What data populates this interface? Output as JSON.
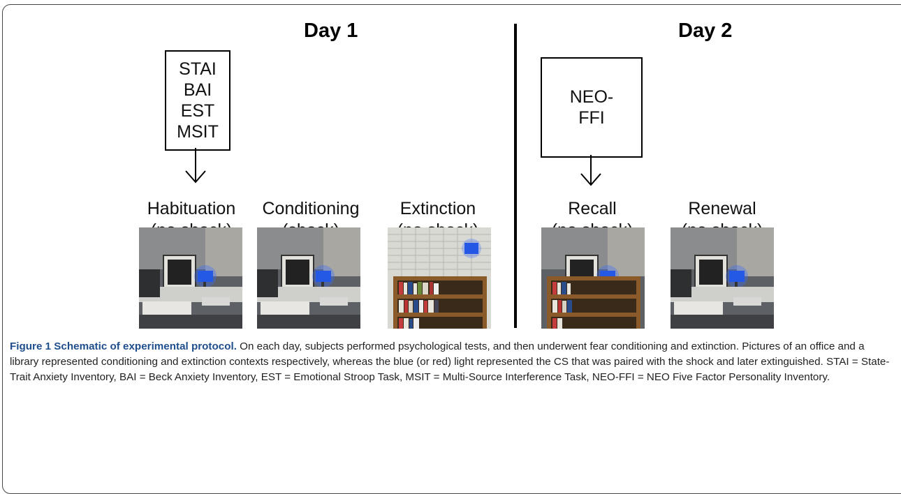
{
  "days": [
    {
      "title": "Day 1",
      "test_box": [
        "STAI",
        "BAI",
        "EST",
        "MSIT"
      ]
    },
    {
      "title": "Day 2",
      "test_box": [
        "NEO-",
        "FFI"
      ]
    }
  ],
  "phases": [
    {
      "line1": "Habituation",
      "line2": "(no shock)",
      "context": "office"
    },
    {
      "line1": "Conditioning",
      "line2": "(shock)",
      "context": "office"
    },
    {
      "line1": "Extinction",
      "line2": "(no shock)",
      "context": "library"
    },
    {
      "line1": "Recall",
      "line2": "(no shock)",
      "context": "library"
    },
    {
      "line1": "Renewal",
      "line2": "(no shock)",
      "context": "office"
    }
  ],
  "caption": {
    "title": "Figure 1 Schematic of experimental protocol.",
    "text": "On each day, subjects performed psychological tests, and then underwent fear conditioning and extinction. Pictures of an office and a library represented conditioning and extinction contexts respectively, whereas the blue (or red) light represented the CS that was paired with the shock and later extinguished. STAI = State-Trait Anxiety Inventory, BAI = Beck Anxiety Inventory, EST = Emotional Stroop Task, MSIT = Multi-Source Interference Task, NEO-FFI = NEO Five Factor Personality Inventory."
  },
  "colors": {
    "caption_title": "#1f4e8c",
    "cs_light": "#1a4fd8"
  }
}
